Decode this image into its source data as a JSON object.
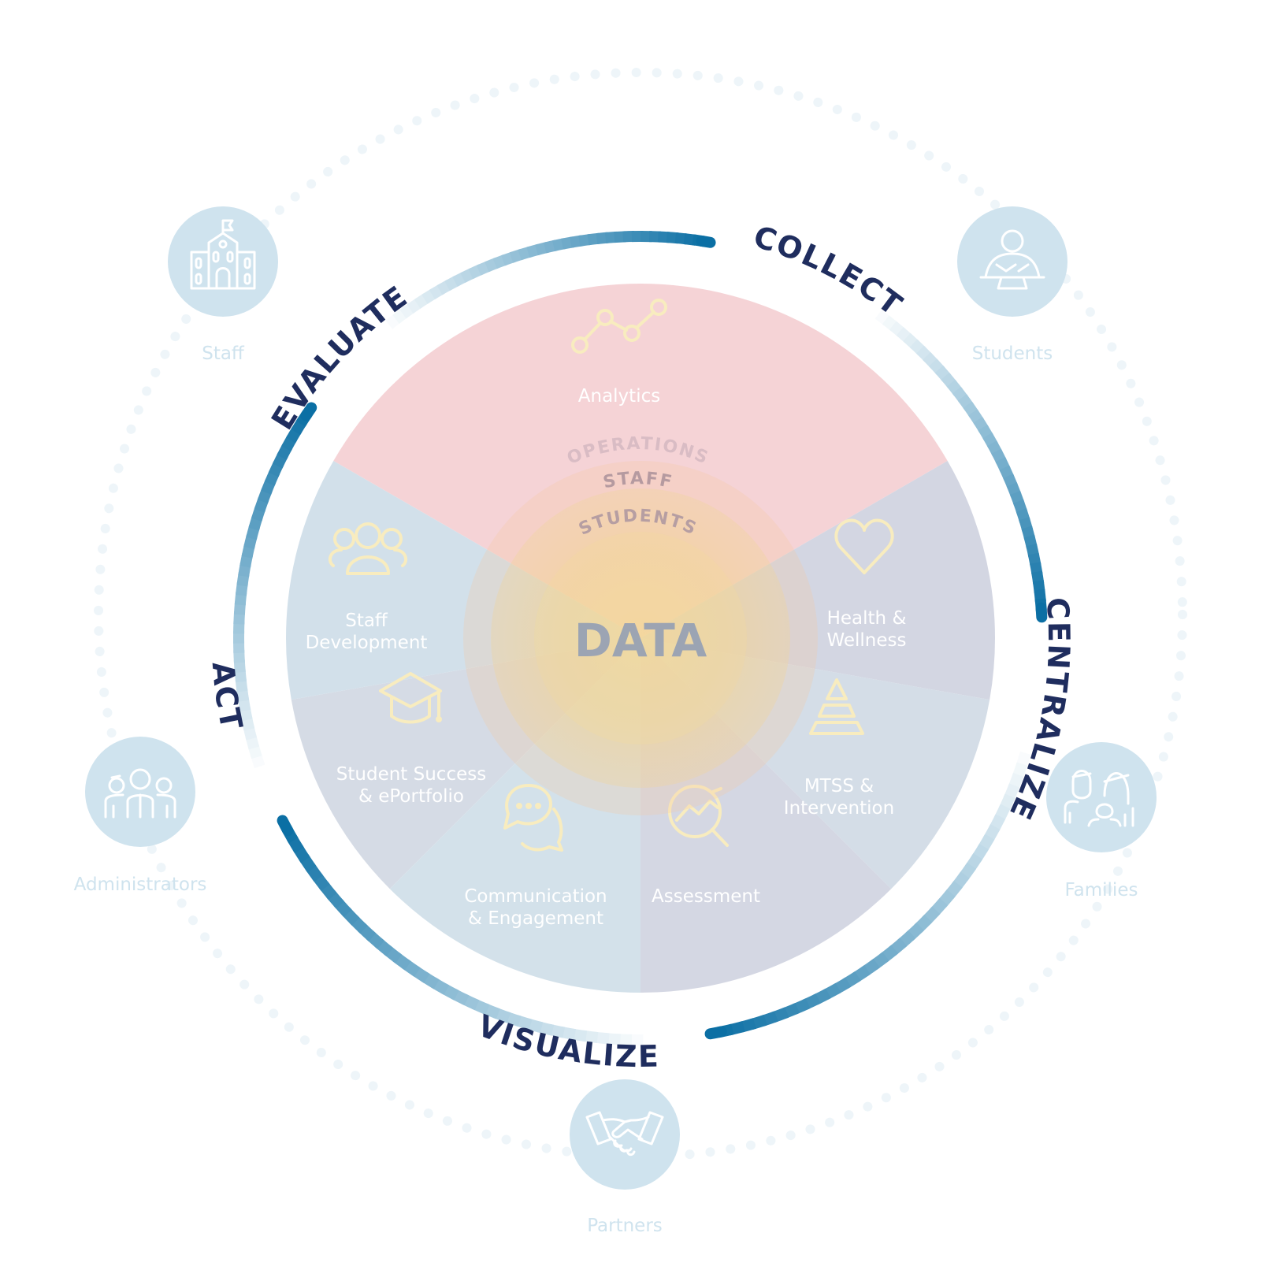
{
  "center": {
    "title": "DATA",
    "rings": [
      "OPERATIONS",
      "STAFF",
      "STUDENTS"
    ]
  },
  "stages": [
    "COLLECT",
    "CENTRALIZE",
    "VISUALIZE",
    "ACT",
    "EVALUATE"
  ],
  "segments": [
    {
      "label_lines": [
        "Analytics"
      ],
      "icon": "line-chart-icon",
      "color": "#f5d3d6"
    },
    {
      "label_lines": [
        "Health &",
        "Wellness"
      ],
      "icon": "heart-icon",
      "color": "#d3d6e2"
    },
    {
      "label_lines": [
        "MTSS &",
        "Intervention"
      ],
      "icon": "pyramid-icon",
      "color": "#d4dde7"
    },
    {
      "label_lines": [
        "Assessment"
      ],
      "icon": "magnifier-chart-icon",
      "color": "#d4d7e3"
    },
    {
      "label_lines": [
        "Communication",
        "& Engagement"
      ],
      "icon": "chat-bubbles-icon",
      "color": "#d3e1ea"
    },
    {
      "label_lines": [
        "Student Success",
        "& ePortfolio"
      ],
      "icon": "graduation-cap-icon",
      "color": "#d5dbe5"
    },
    {
      "label_lines": [
        "Staff",
        "Development"
      ],
      "icon": "group-icon",
      "color": "#d2e0ea"
    }
  ],
  "audiences": [
    {
      "label": "Staff",
      "icon": "school-building-icon"
    },
    {
      "label": "Students",
      "icon": "student-desk-icon"
    },
    {
      "label": "Families",
      "icon": "family-icon"
    },
    {
      "label": "Partners",
      "icon": "handshake-icon"
    },
    {
      "label": "Administrators",
      "icon": "administrators-icon"
    }
  ],
  "colors": {
    "stage_text": "#1f2d5e",
    "arc_accent": "#0b6fa4",
    "audience_circle": "#cfe3ee",
    "icon_stroke": "#f8ecbf"
  }
}
